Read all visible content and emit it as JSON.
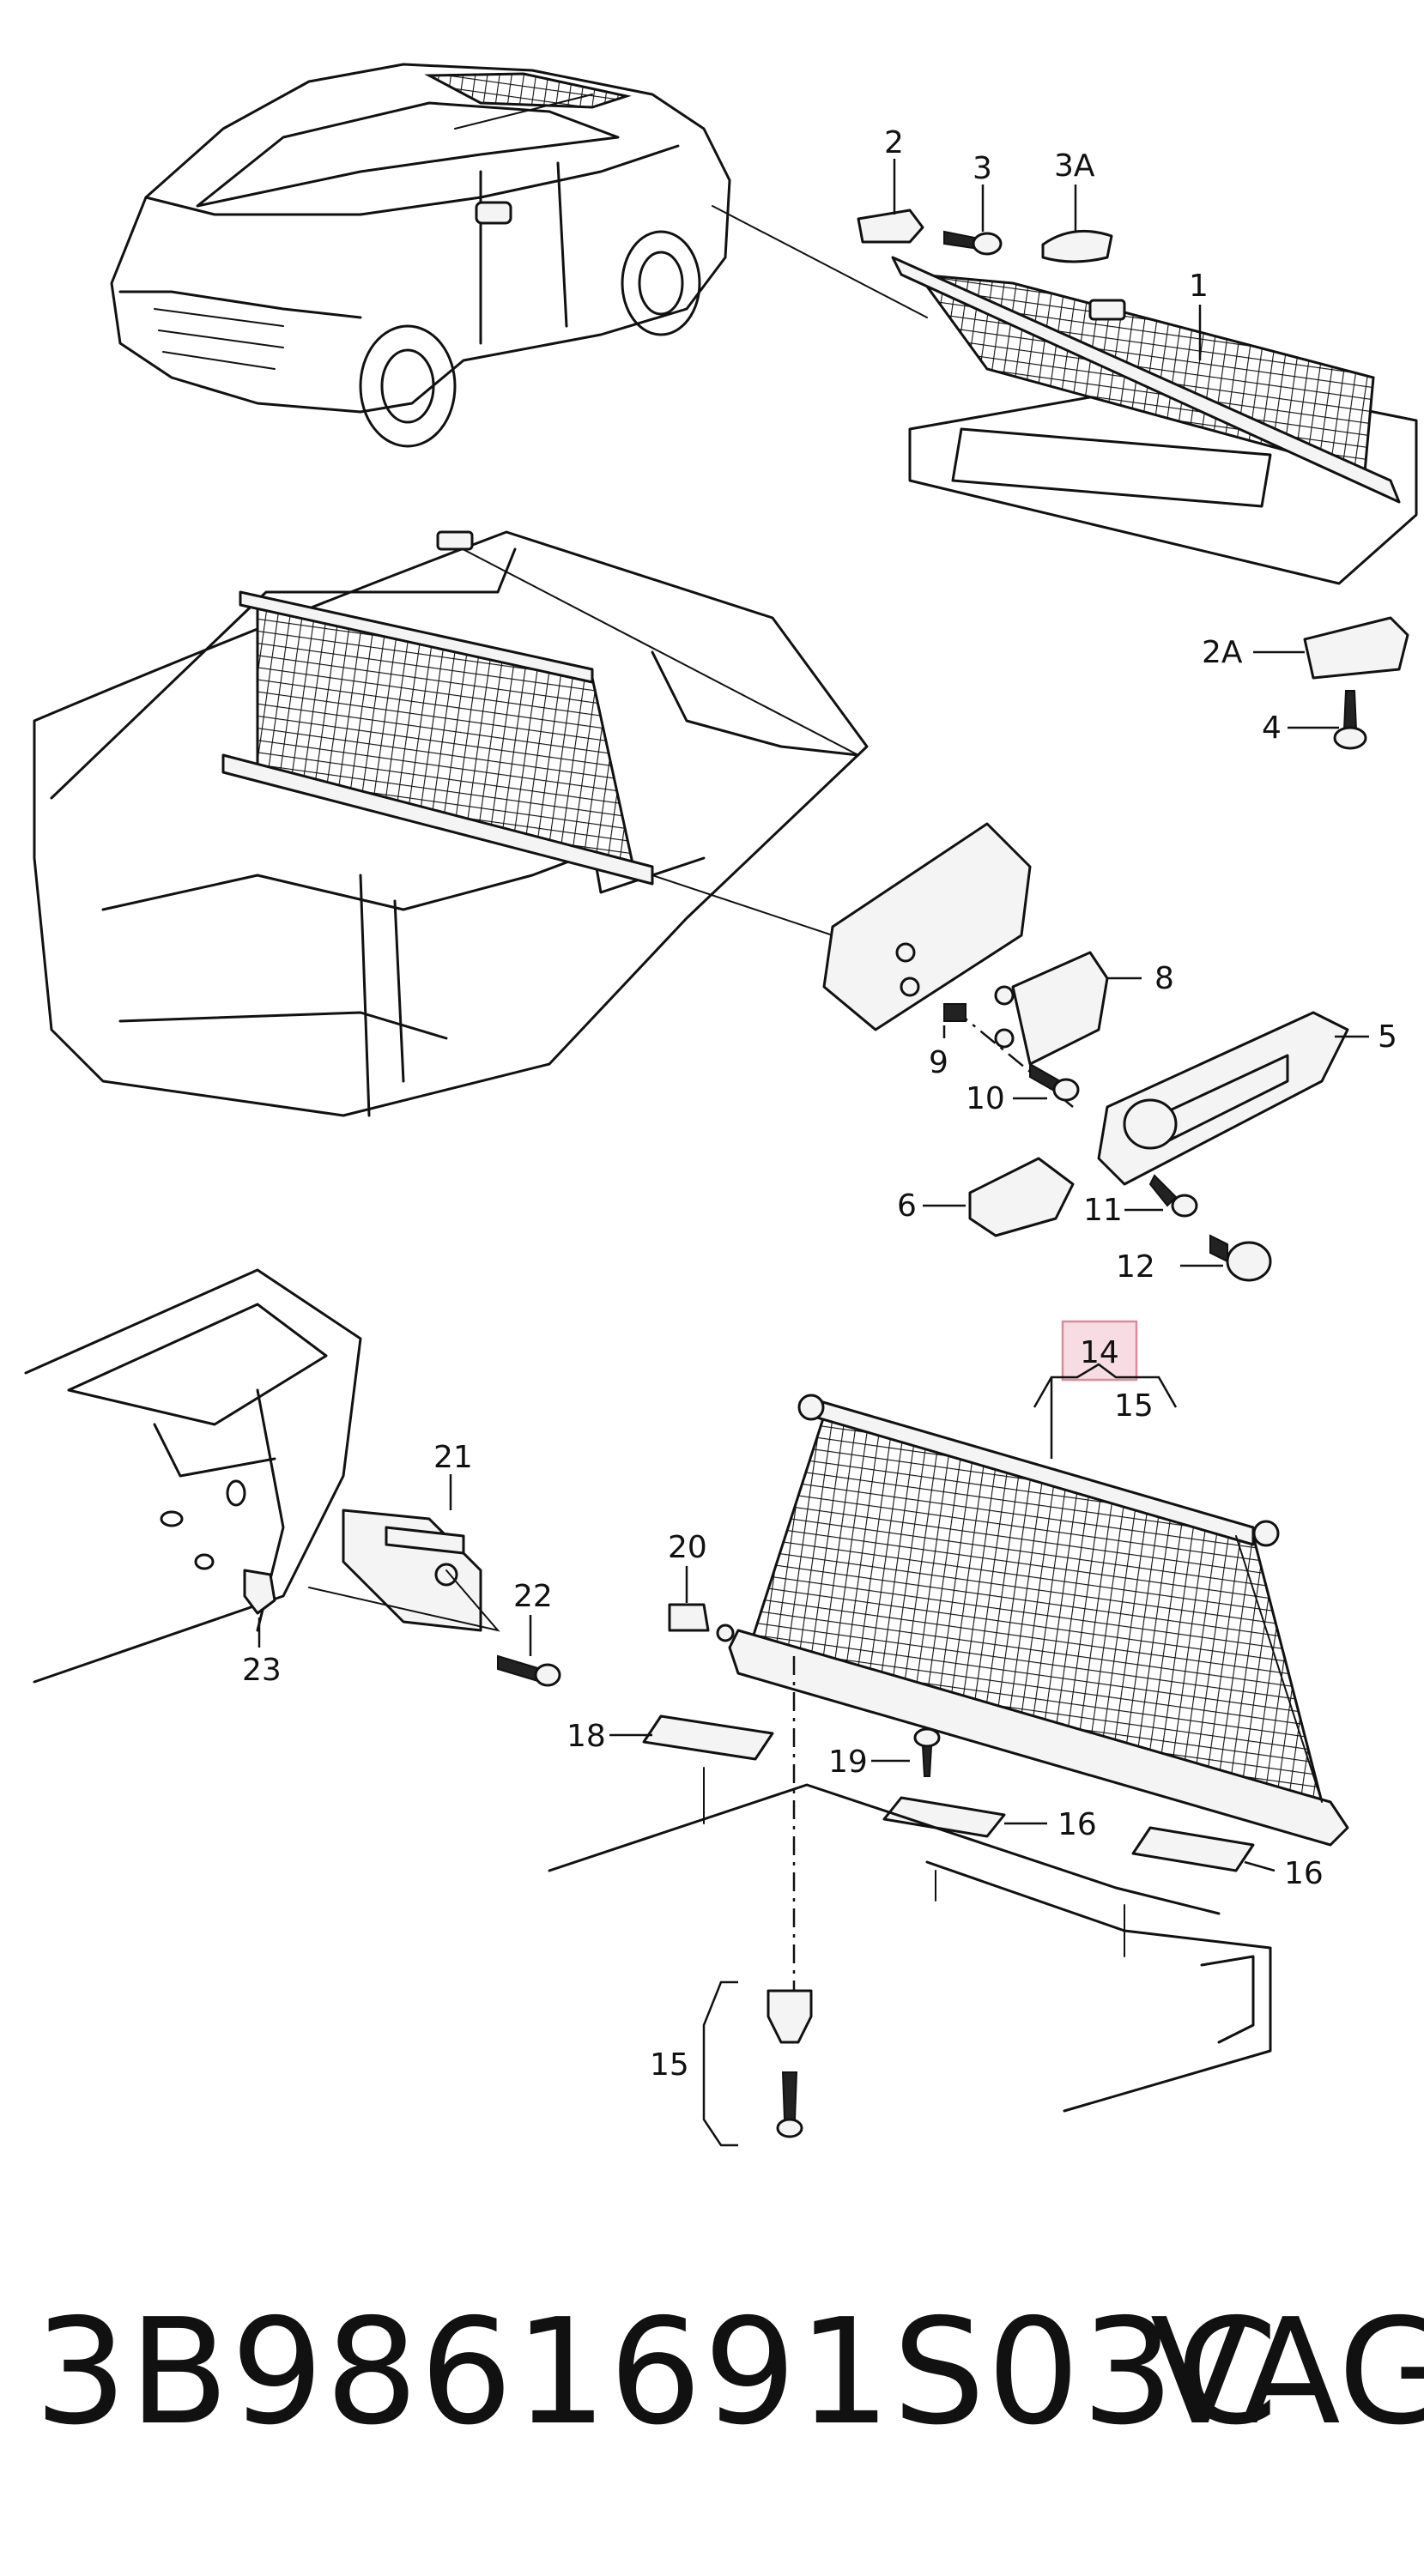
{
  "callouts": {
    "c1": "1",
    "c2": "2",
    "c3": "3",
    "c3a": "3A",
    "c2a": "2A",
    "c4": "4",
    "c5": "5",
    "c6": "6",
    "c8": "8",
    "c9": "9",
    "c10": "10",
    "c11": "11",
    "c12": "12",
    "c14": "14",
    "c15_top": "15",
    "c15_side": "15",
    "c16_a": "16",
    "c16_b": "16",
    "c18": "18",
    "c19": "19",
    "c20": "20",
    "c21": "21",
    "c22": "22",
    "c23": "23"
  },
  "footer": {
    "part_number": "3B9861691S03C",
    "brand": "VAG"
  },
  "colors": {
    "ink": "#111111",
    "highlight_fill": "#f7dde3",
    "highlight_border": "#d98b9c"
  }
}
